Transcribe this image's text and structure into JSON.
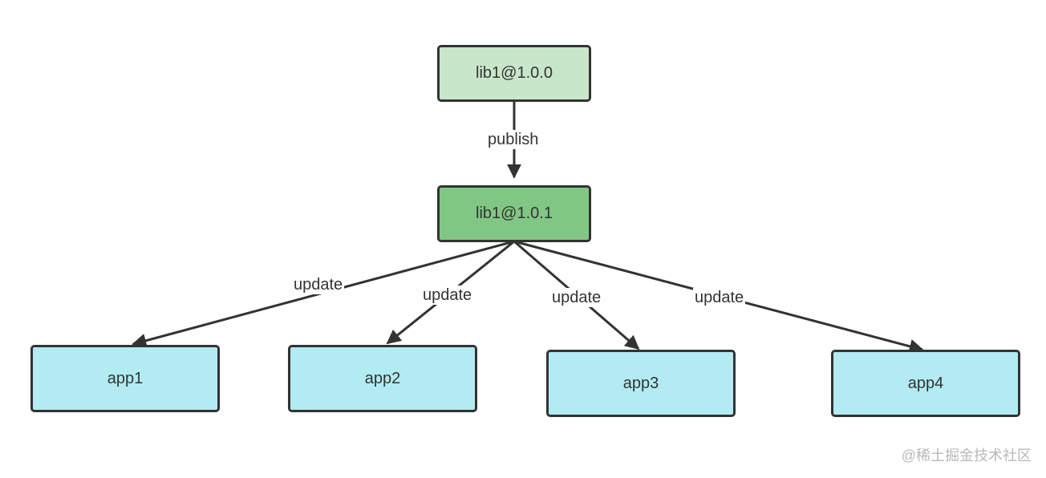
{
  "nodes": {
    "lib_old": {
      "label": "lib1@1.0.0",
      "fill": "#c8e6c9"
    },
    "lib_new": {
      "label": "lib1@1.0.1",
      "fill": "#81c784"
    },
    "app1": {
      "label": "app1",
      "fill": "#b2ebf2"
    },
    "app2": {
      "label": "app2",
      "fill": "#b2ebf2"
    },
    "app3": {
      "label": "app3",
      "fill": "#b2ebf2"
    },
    "app4": {
      "label": "app4",
      "fill": "#b2ebf2"
    }
  },
  "edges": [
    {
      "from": "lib_old",
      "to": "lib_new",
      "label": "publish"
    },
    {
      "from": "lib_new",
      "to": "app1",
      "label": "update"
    },
    {
      "from": "lib_new",
      "to": "app2",
      "label": "update"
    },
    {
      "from": "lib_new",
      "to": "app3",
      "label": "update"
    },
    {
      "from": "lib_new",
      "to": "app4",
      "label": "update"
    }
  ],
  "colors": {
    "stroke": "#333333",
    "text": "#333333",
    "watermark": "#b9b9b9"
  },
  "watermark": "@稀土掘金技术社区"
}
